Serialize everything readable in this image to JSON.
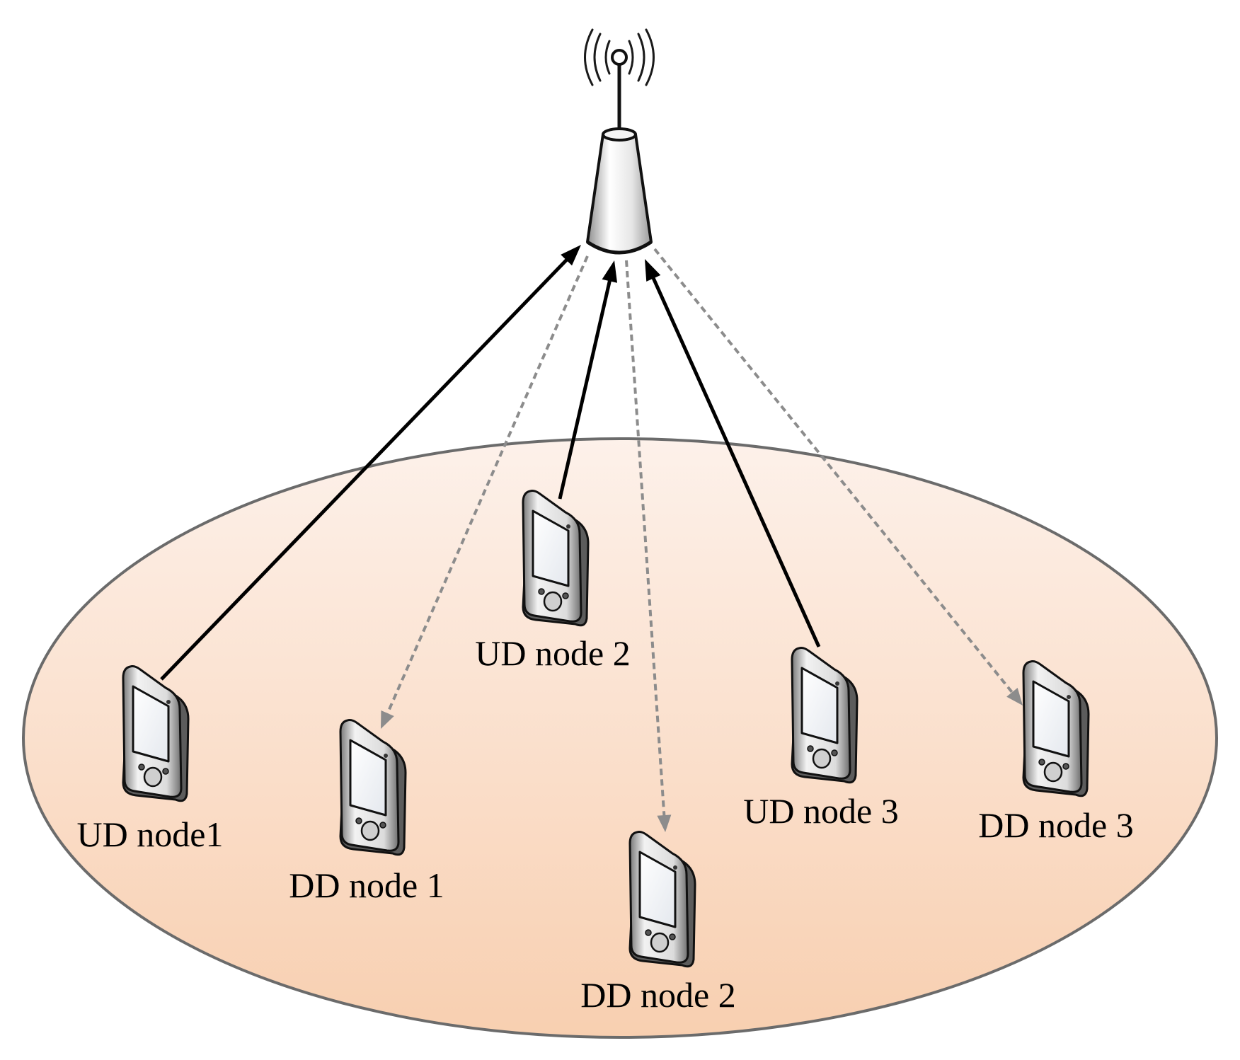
{
  "colors": {
    "coverage_top": "#fdf1ea",
    "coverage_bottom": "#f8cfb0",
    "coverage_stroke": "#6b6b6b",
    "uplink": "#000000",
    "downlink": "#8c8c8c"
  },
  "base_station": {
    "icon": "base-station-tower-icon"
  },
  "nodes": [
    {
      "id": "ud1",
      "label": "UD node1",
      "type": "uplink"
    },
    {
      "id": "dd1",
      "label": "DD node 1",
      "type": "downlink"
    },
    {
      "id": "ud2",
      "label": "UD node 2",
      "type": "uplink"
    },
    {
      "id": "dd2",
      "label": "DD node 2",
      "type": "downlink"
    },
    {
      "id": "ud3",
      "label": "UD node 3",
      "type": "uplink"
    },
    {
      "id": "dd3",
      "label": "DD node 3",
      "type": "downlink"
    }
  ]
}
